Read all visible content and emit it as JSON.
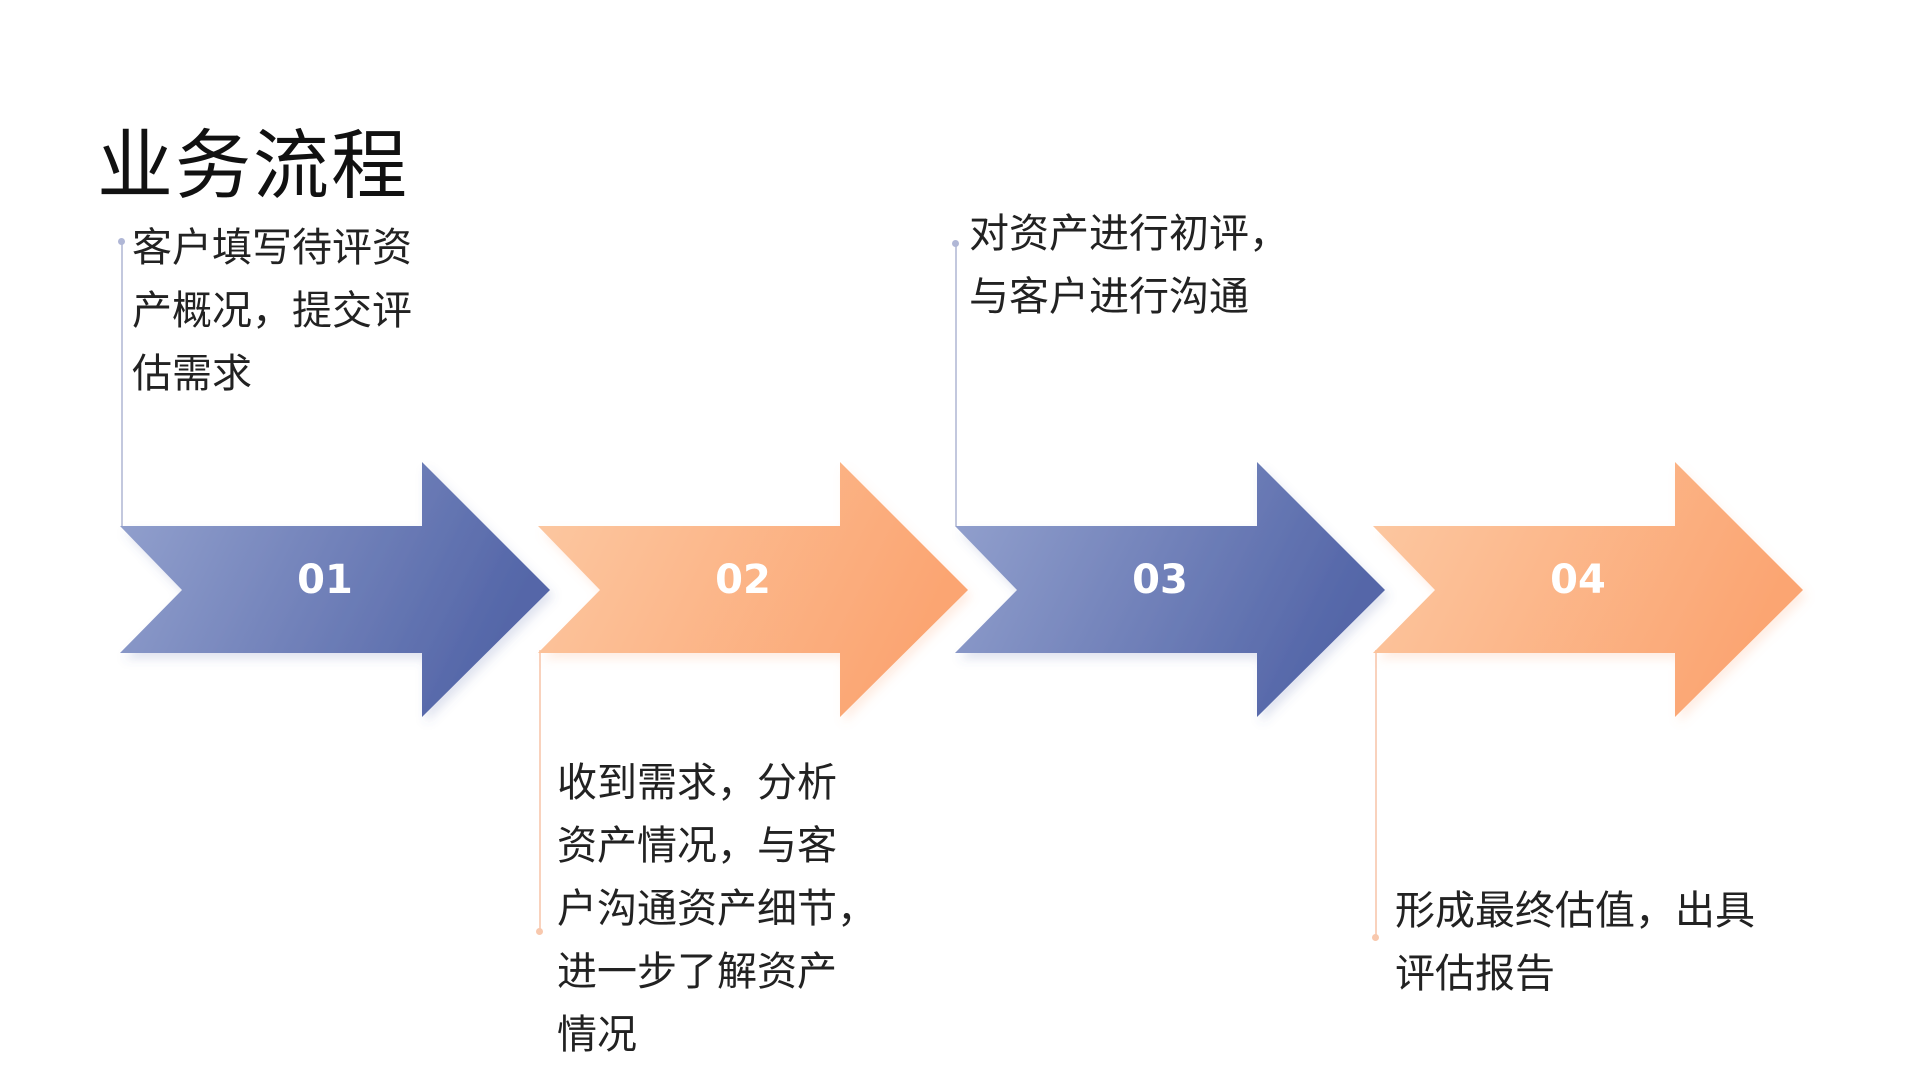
{
  "title": "业务流程",
  "colors": {
    "blue_light": "#95a3cf",
    "blue_dark": "#5466a8",
    "orange_light": "#fcc9a3",
    "orange_dark": "#fba572",
    "line_blue": "#c3c8de",
    "line_orange": "#f9d2bd"
  },
  "steps": [
    {
      "number": "01",
      "text": "客户填写待评资\n产概况，提交评\n估需求",
      "theme": "blue"
    },
    {
      "number": "02",
      "text": "收到需求，分析\n资产情况，与客\n户沟通资产细节，\n进一步了解资产\n情况",
      "theme": "orange"
    },
    {
      "number": "03",
      "text": "对资产进行初评，\n与客户进行沟通",
      "theme": "blue"
    },
    {
      "number": "04",
      "text": "形成最终估值，出具\n评估报告",
      "theme": "orange"
    }
  ]
}
